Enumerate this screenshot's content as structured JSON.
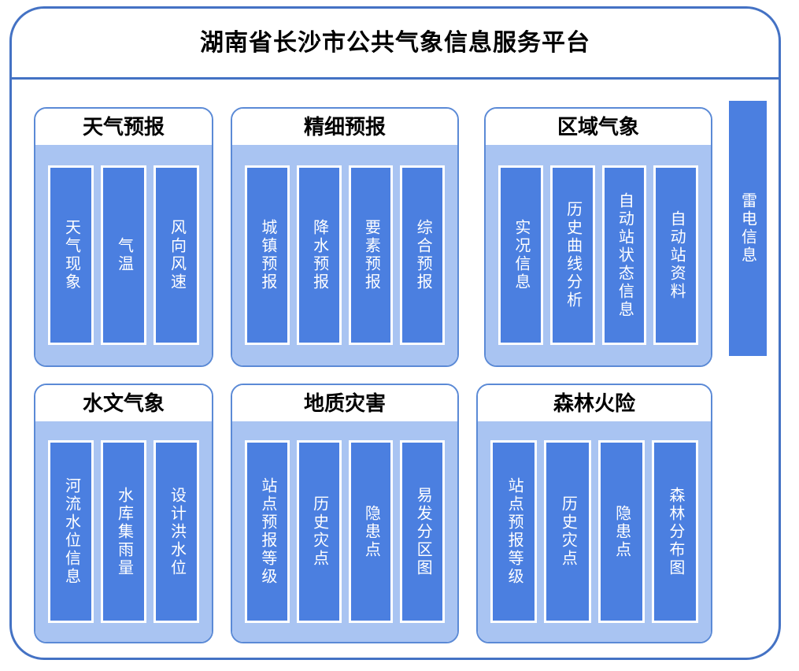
{
  "platform": {
    "title": "湖南省长沙市公共气象信息服务平台",
    "frame_color": "#4472c4",
    "panel_body_color": "#a9c4f2",
    "item_bar_color": "#4b7fe0",
    "item_text_color": "#ffffff",
    "header_text_color": "#000000"
  },
  "panels": [
    {
      "title": "天气预报",
      "items": [
        {
          "label": "天气现象"
        },
        {
          "label": "气温"
        },
        {
          "label": "风向风速"
        }
      ]
    },
    {
      "title": "精细预报",
      "items": [
        {
          "label": "城镇预报"
        },
        {
          "label": "降水预报"
        },
        {
          "label": "要素预报"
        },
        {
          "label": "综合预报"
        }
      ]
    },
    {
      "title": "区域气象",
      "items": [
        {
          "label": "实况信息"
        },
        {
          "label": "历史曲线分析"
        },
        {
          "label": "自动站状态信息"
        },
        {
          "label": "自动站资料"
        }
      ]
    },
    {
      "title": "水文气象",
      "items": [
        {
          "label": "河流水位信息"
        },
        {
          "label": "水库集雨量"
        },
        {
          "label": "设计洪水位"
        }
      ]
    },
    {
      "title": "地质灾害",
      "items": [
        {
          "label": "站点预报等级"
        },
        {
          "label": "历史灾点"
        },
        {
          "label": "隐患点"
        },
        {
          "label": "易发分区图"
        }
      ]
    },
    {
      "title": "森林火险",
      "items": [
        {
          "label": "站点预报等级"
        },
        {
          "label": "历史灾点"
        },
        {
          "label": "隐患点"
        },
        {
          "label": "森林分布图"
        }
      ]
    }
  ],
  "standalone_bar": {
    "label": "雷电信息"
  }
}
